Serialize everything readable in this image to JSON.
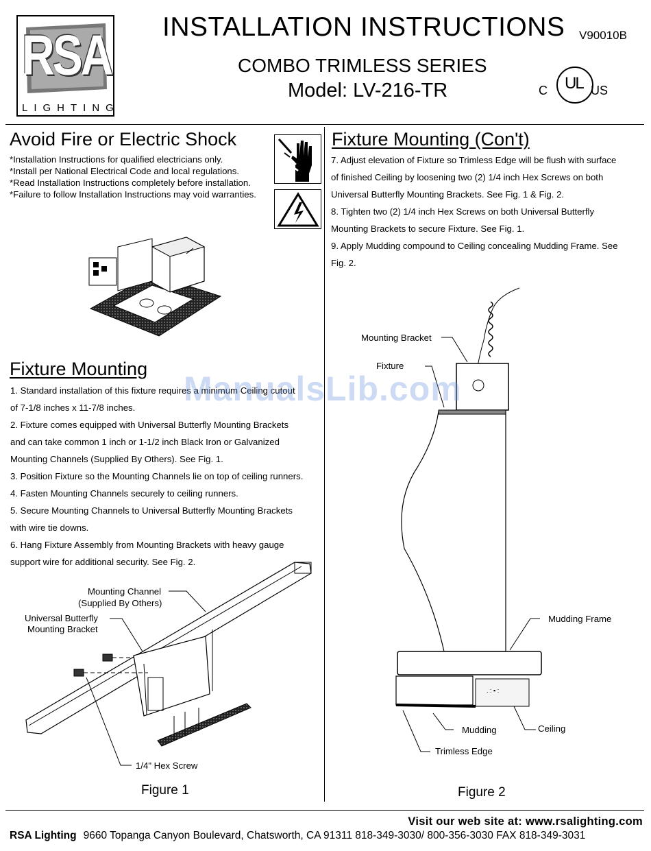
{
  "header": {
    "logo_letters": "RSA",
    "logo_word": "LIGHTING",
    "title": "INSTALLATION INSTRUCTIONS",
    "version": "V90010B",
    "series": "COMBO TRIMLESS SERIES",
    "model": "Model: LV-216-TR",
    "cert_left": "C",
    "cert_mark": "UL",
    "cert_right": "US"
  },
  "warning": {
    "heading": "Avoid Fire or Electric Shock",
    "lines": [
      "*Installation Instructions for qualified electricians only.",
      "*Install per National Electrical Code and local regulations.",
      "*Read Installation Instructions completely before installation.",
      "*Failure to follow Installation Instructions may void warranties."
    ],
    "icons": [
      "electric-shock-hand-icon",
      "high-voltage-triangle-icon"
    ]
  },
  "mounting": {
    "heading": "Fixture Mounting",
    "lines": [
      "1. Standard installation of this fixture requires a minimum Ceiling cutout",
      "of 7-1/8 inches x 11-7/8 inches.",
      "2. Fixture comes equipped with Universal Butterfly Mounting Brackets",
      "and can take common 1 inch or 1-1/2 inch Black Iron or Galvanized",
      "Mounting Channels (Supplied By Others). See Fig. 1.",
      "3. Position Fixture so the Mounting Channels lie on top of ceiling runners.",
      "4. Fasten Mounting Channels securely to ceiling runners.",
      "5. Secure Mounting Channels to Universal Butterfly Mounting Brackets",
      "with wire tie downs.",
      "6. Hang Fixture Assembly from Mounting Brackets with heavy gauge",
      "support wire for additional security. See Fig. 2."
    ]
  },
  "mounting_cont": {
    "heading": "Fixture Mounting (Con't)",
    "lines": [
      "7. Adjust elevation of Fixture so Trimless Edge will be flush with surface",
      "of finished Ceiling by loosening two (2) 1/4 inch Hex Screws on both",
      "Universal Butterfly Mounting Brackets. See Fig. 1 & Fig. 2.",
      "8. Tighten two (2) 1/4 inch Hex Screws on both Universal Butterfly",
      "Mounting Brackets to secure Fixture. See Fig. 1.",
      "9. Apply Mudding compound to Ceiling concealing Mudding Frame. See",
      "Fig. 2."
    ]
  },
  "figure1": {
    "caption": "Figure 1",
    "labels": {
      "channel_1": "Mounting Channel",
      "channel_2": "(Supplied By Others)",
      "bracket_1": "Universal Butterfly",
      "bracket_2": "Mounting Bracket",
      "screw": "1/4\" Hex Screw"
    }
  },
  "figure2": {
    "caption": "Figure 2",
    "labels": {
      "bracket": "Mounting Bracket",
      "fixture": "Fixture",
      "frame": "Mudding Frame",
      "mudding": "Mudding",
      "ceiling": "Ceiling",
      "edge": "Trimless Edge"
    }
  },
  "watermark": "ManualsLib.com",
  "footer": {
    "website": "Visit our web site at: www.rsalighting.com",
    "company": "RSA Lighting",
    "address": "9660 Topanga Canyon Boulevard, Chatsworth, CA  91311   818-349-3030/ 800-356-3030   FAX 818-349-3031"
  }
}
